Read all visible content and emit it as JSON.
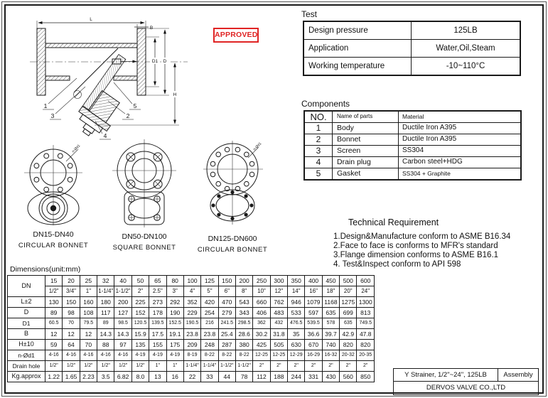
{
  "stamp": {
    "label": "APPROVED",
    "color": "#e02424"
  },
  "test": {
    "title": "Test",
    "rows": [
      {
        "label": "Design pressure",
        "value": "125LB"
      },
      {
        "label": "Application",
        "value": "Water,Oil,Steam"
      },
      {
        "label": "Working temperature",
        "value": "-10~110°C"
      }
    ]
  },
  "components": {
    "title": "Components",
    "headers": [
      "NO.",
      "Name of parts",
      "Material"
    ],
    "rows": [
      [
        "1",
        "Body",
        "Ductile Iron A395"
      ],
      [
        "2",
        "Bonnet",
        "Ductile Iron A395"
      ],
      [
        "3",
        "Screen",
        "SS304"
      ],
      [
        "4",
        "Drain plug",
        "Carbon steel+HDG"
      ],
      [
        "5",
        "Gasket",
        "SS304 + Graphite"
      ]
    ]
  },
  "technical": {
    "title": "Technical Requirement",
    "items": [
      "1.Design&Manufacture conform to ASME B16.34",
      "2.Face to face is conforms to MFR's standard",
      "3.Flange dimension conforms to ASME B16.1",
      "4. Test&Inspect conform to API 598"
    ]
  },
  "dimensions": {
    "title": "Dimensions(unit:mm)",
    "dn_label": "DN",
    "dn_mm": [
      "15",
      "20",
      "25",
      "32",
      "40",
      "50",
      "65",
      "80",
      "100",
      "125",
      "150",
      "200",
      "250",
      "300",
      "350",
      "400",
      "450",
      "500",
      "600"
    ],
    "dn_inch": [
      "1/2\"",
      "3/4\"",
      "1\"",
      "1-1/4\"",
      "1-1/2\"",
      "2\"",
      "2.5\"",
      "3\"",
      "4\"",
      "5\"",
      "6\"",
      "8\"",
      "10\"",
      "12\"",
      "14\"",
      "16\"",
      "18\"",
      "20\"",
      "24\""
    ],
    "rows": [
      {
        "label": "L±2",
        "values": [
          "130",
          "150",
          "160",
          "180",
          "200",
          "225",
          "273",
          "292",
          "352",
          "420",
          "470",
          "543",
          "660",
          "762",
          "946",
          "1079",
          "1168",
          "1275",
          "1300"
        ]
      },
      {
        "label": "D",
        "values": [
          "89",
          "98",
          "108",
          "117",
          "127",
          "152",
          "178",
          "190",
          "229",
          "254",
          "279",
          "343",
          "406",
          "483",
          "533",
          "597",
          "635",
          "699",
          "813"
        ]
      },
      {
        "label": "D1",
        "values": [
          "60.5",
          "70",
          "79.5",
          "89",
          "98.5",
          "120.5",
          "139.5",
          "152.5",
          "190.5",
          "216",
          "241.5",
          "298.5",
          "362",
          "432",
          "476.5",
          "539.5",
          "578",
          "635",
          "749.5"
        ]
      },
      {
        "label": "B",
        "values": [
          "12",
          "12",
          "12",
          "14.3",
          "14.3",
          "15.9",
          "17.5",
          "19.1",
          "23.8",
          "23.8",
          "25.4",
          "28.6",
          "30.2",
          "31.8",
          "35",
          "36.6",
          "39.7",
          "42.9",
          "47.8"
        ]
      },
      {
        "label": "H±10",
        "values": [
          "59",
          "64",
          "70",
          "88",
          "97",
          "135",
          "155",
          "175",
          "209",
          "248",
          "287",
          "380",
          "425",
          "505",
          "630",
          "670",
          "740",
          "820",
          "820"
        ]
      },
      {
        "label": "n-Ød1",
        "values": [
          "4-16",
          "4-16",
          "4-16",
          "4-16",
          "4-16",
          "4-19",
          "4-19",
          "4-19",
          "8-19",
          "8-22",
          "8-22",
          "8-22",
          "12-25",
          "12-25",
          "12-29",
          "16-29",
          "16-32",
          "20-32",
          "20-35"
        ]
      },
      {
        "label": "Drain hole",
        "values": [
          "1/2\"",
          "1/2\"",
          "1/2\"",
          "1/2\"",
          "1/2\"",
          "1/2\"",
          "1\"",
          "1\"",
          "1-1/4\"",
          "1-1/4\"",
          "1-1/2\"",
          "1-1/2\"",
          "2\"",
          "2\"",
          "2\"",
          "2\"",
          "2\"",
          "2\"",
          "2\""
        ]
      },
      {
        "label": "Kg.approx",
        "values": [
          "1.22",
          "1.65",
          "2.23",
          "3.5",
          "6.82",
          "8.0",
          "13",
          "16",
          "22",
          "33",
          "44",
          "78",
          "112",
          "188",
          "244",
          "331",
          "430",
          "560",
          "850"
        ]
      }
    ]
  },
  "drawing": {
    "dims": {
      "L": "L",
      "B": "B",
      "D1": "D1",
      "D": "D",
      "H": "H"
    },
    "callouts": {
      "c1": "1",
      "c2": "2",
      "c3": "3",
      "c4": "4",
      "c5": "5"
    },
    "flange_leader": "n-Ød1"
  },
  "views": [
    {
      "range": "DN15-DN40",
      "bonnet": "CIRCULAR BONNET"
    },
    {
      "range": "DN50-DN100",
      "bonnet": "SQUARE BONNET"
    },
    {
      "range": "DN125-DN600",
      "bonnet": "CIRCULAR BONNET"
    }
  ],
  "titleblock": {
    "description": "Y Strainer, 1/2\"~24\", 125LB",
    "type": "Assembly",
    "company": "DERVOS VALVE CO.,LTD"
  }
}
